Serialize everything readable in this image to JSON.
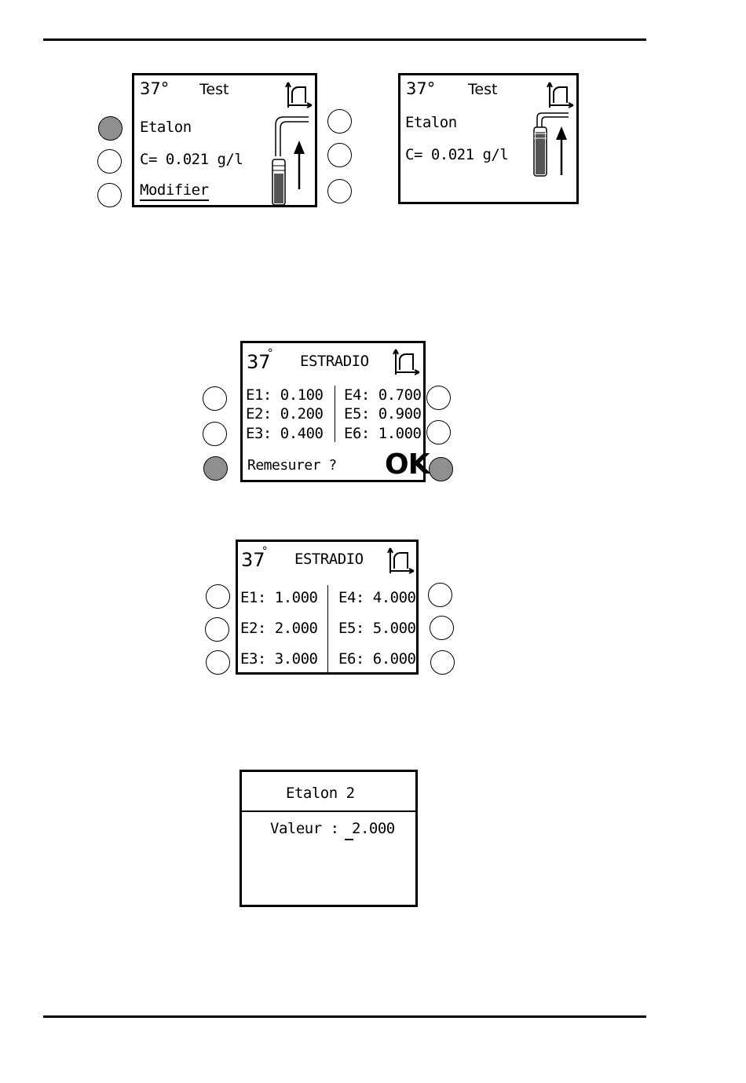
{
  "panel1": {
    "temperature": "37°",
    "title": "Test",
    "line1": "Etalon",
    "line2": "C= 0.021 g/l",
    "line3": "Modifier"
  },
  "panel2": {
    "temperature": "37°",
    "title": "Test",
    "line1": "Etalon",
    "line2": "C= 0.021 g/l"
  },
  "panel3": {
    "temperature": "37",
    "degree": "°",
    "title": "ESTRADIO",
    "left_values": [
      "E1: 0.100",
      "E2: 0.200",
      "E3: 0.400"
    ],
    "right_values": [
      "E4: 0.700",
      "E5: 0.900",
      "E6: 1.000"
    ],
    "prompt": "Remesurer ?",
    "ok": "OK"
  },
  "panel4": {
    "temperature": "37",
    "degree": "°",
    "title": "ESTRADIO",
    "left_values": [
      "E1: 1.000",
      "E2: 2.000",
      "E3: 3.000"
    ],
    "right_values": [
      "E4: 4.000",
      "E5: 5.000",
      "E6: 6.000"
    ]
  },
  "panel5": {
    "title": "Etalon 2",
    "label": "Valeur :",
    "value": "2.000"
  },
  "icons": {
    "curve": "calibration-curve-icon",
    "tube": "sample-tube-icon",
    "arrow": "arrow-up-icon"
  }
}
